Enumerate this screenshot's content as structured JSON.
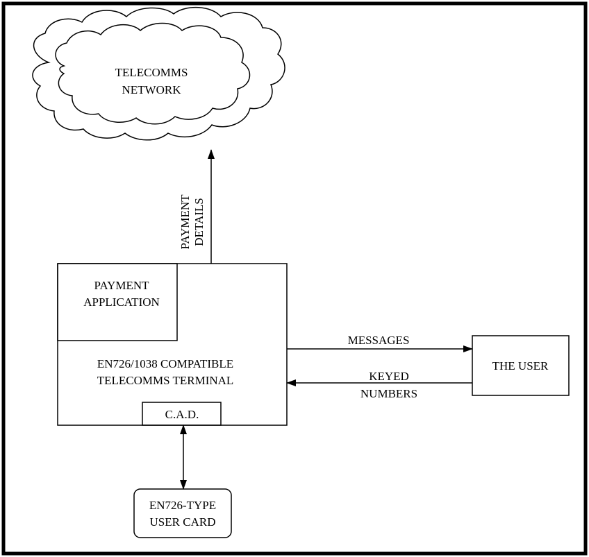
{
  "cloud": {
    "label_line1": "TELECOMMS",
    "label_line2": "NETWORK"
  },
  "uplink": {
    "label_line1": "PAYMENT",
    "label_line2": "DETAILS"
  },
  "terminal": {
    "app_line1": "PAYMENT",
    "app_line2": "APPLICATION",
    "title_line1": "EN726/1038 COMPATIBLE",
    "title_line2": "TELECOMMS TERMINAL",
    "cad_label": "C.A.D."
  },
  "messages_arrow": {
    "label": "MESSAGES"
  },
  "keyed_arrow": {
    "label_line1": "KEYED",
    "label_line2": "NUMBERS"
  },
  "user": {
    "label": "THE USER"
  },
  "card": {
    "label_line1": "EN726-TYPE",
    "label_line2": "USER CARD"
  },
  "colors": {
    "line": "#000000",
    "background": "#ffffff"
  }
}
